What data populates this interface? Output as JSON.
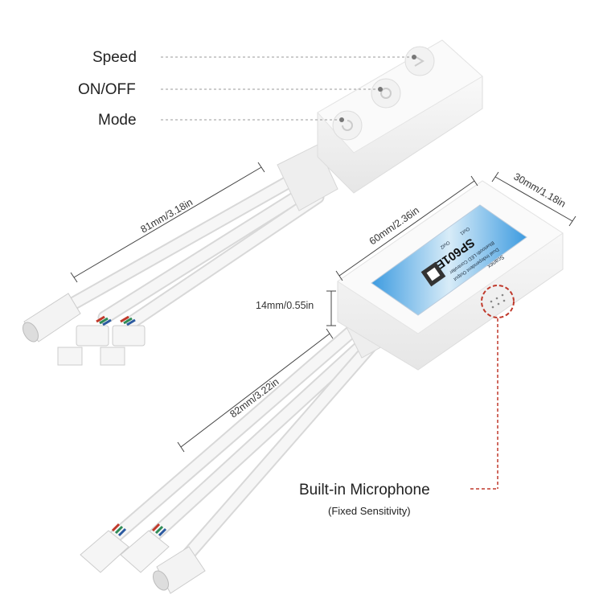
{
  "callouts": {
    "speed": "Speed",
    "on_off": "ON/OFF",
    "mode": "Mode",
    "microphone": "Built-in Microphone",
    "microphone_note": "(Fixed Sensitivity)"
  },
  "dimensions": {
    "top_cable": "81mm/3.18in",
    "length": "60mm/2.36in",
    "width": "30mm/1.18in",
    "height": "14mm/0.55in",
    "bottom_cable": "82mm/3.22in"
  },
  "device_label": {
    "model": "SP601E",
    "line1": "Dual Independent Output",
    "line2": "Bluetooth LED Controller",
    "brand": "Scanex",
    "out1": "Out1",
    "out2": "Out2"
  },
  "colors": {
    "callout_red": "#c0392b",
    "label_blue": "#4aa3e0"
  }
}
